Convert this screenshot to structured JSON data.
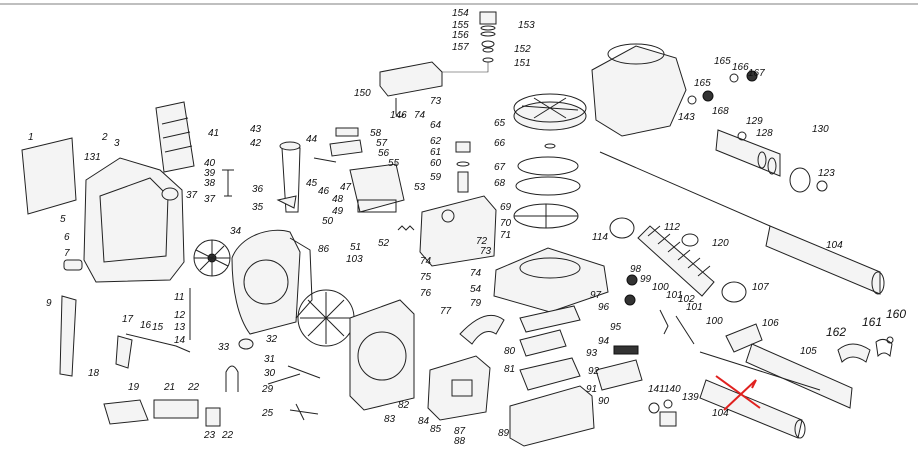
{
  "callouts": [
    {
      "id": "c1",
      "text": "1"
    },
    {
      "id": "c2",
      "text": "2"
    },
    {
      "id": "c3",
      "text": "3"
    },
    {
      "id": "c5",
      "text": "5"
    },
    {
      "id": "c6",
      "text": "6"
    },
    {
      "id": "c7",
      "text": "7"
    },
    {
      "id": "c9",
      "text": "9"
    },
    {
      "id": "c11",
      "text": "11"
    },
    {
      "id": "c12",
      "text": "12"
    },
    {
      "id": "c13",
      "text": "13"
    },
    {
      "id": "c14",
      "text": "14"
    },
    {
      "id": "c15",
      "text": "15"
    },
    {
      "id": "c16",
      "text": "16"
    },
    {
      "id": "c17",
      "text": "17"
    },
    {
      "id": "c18",
      "text": "18"
    },
    {
      "id": "c19",
      "text": "19"
    },
    {
      "id": "c21",
      "text": "21"
    },
    {
      "id": "c22a",
      "text": "22"
    },
    {
      "id": "c22b",
      "text": "22"
    },
    {
      "id": "c23",
      "text": "23"
    },
    {
      "id": "c25",
      "text": "25"
    },
    {
      "id": "c29",
      "text": "29"
    },
    {
      "id": "c30",
      "text": "30"
    },
    {
      "id": "c31",
      "text": "31"
    },
    {
      "id": "c32",
      "text": "32"
    },
    {
      "id": "c33",
      "text": "33"
    },
    {
      "id": "c34",
      "text": "34"
    },
    {
      "id": "c35",
      "text": "35"
    },
    {
      "id": "c36",
      "text": "36"
    },
    {
      "id": "c37a",
      "text": "37"
    },
    {
      "id": "c37b",
      "text": "37"
    },
    {
      "id": "c38",
      "text": "38"
    },
    {
      "id": "c39",
      "text": "39"
    },
    {
      "id": "c40",
      "text": "40"
    },
    {
      "id": "c41",
      "text": "41"
    },
    {
      "id": "c42",
      "text": "42"
    },
    {
      "id": "c43",
      "text": "43"
    },
    {
      "id": "c44",
      "text": "44"
    },
    {
      "id": "c45",
      "text": "45"
    },
    {
      "id": "c46",
      "text": "46"
    },
    {
      "id": "c47",
      "text": "47"
    },
    {
      "id": "c48",
      "text": "48"
    },
    {
      "id": "c49",
      "text": "49"
    },
    {
      "id": "c50",
      "text": "50"
    },
    {
      "id": "c51",
      "text": "51"
    },
    {
      "id": "c52",
      "text": "52"
    },
    {
      "id": "c53",
      "text": "53"
    },
    {
      "id": "c54",
      "text": "54"
    },
    {
      "id": "c55",
      "text": "55"
    },
    {
      "id": "c56",
      "text": "56"
    },
    {
      "id": "c57",
      "text": "57"
    },
    {
      "id": "c58",
      "text": "58"
    },
    {
      "id": "c59",
      "text": "59"
    },
    {
      "id": "c60",
      "text": "60"
    },
    {
      "id": "c61",
      "text": "61"
    },
    {
      "id": "c62",
      "text": "62"
    },
    {
      "id": "c64",
      "text": "64"
    },
    {
      "id": "c65",
      "text": "65"
    },
    {
      "id": "c66",
      "text": "66"
    },
    {
      "id": "c67",
      "text": "67"
    },
    {
      "id": "c68",
      "text": "68"
    },
    {
      "id": "c69",
      "text": "69"
    },
    {
      "id": "c70",
      "text": "70"
    },
    {
      "id": "c71",
      "text": "71"
    },
    {
      "id": "c72",
      "text": "72"
    },
    {
      "id": "c73a",
      "text": "73"
    },
    {
      "id": "c73b",
      "text": "73"
    },
    {
      "id": "c74a",
      "text": "74"
    },
    {
      "id": "c74b",
      "text": "74"
    },
    {
      "id": "c74c",
      "text": "74"
    },
    {
      "id": "c75",
      "text": "75"
    },
    {
      "id": "c76",
      "text": "76"
    },
    {
      "id": "c77",
      "text": "77"
    },
    {
      "id": "c79",
      "text": "79"
    },
    {
      "id": "c80",
      "text": "80"
    },
    {
      "id": "c81",
      "text": "81"
    },
    {
      "id": "c82",
      "text": "82"
    },
    {
      "id": "c83",
      "text": "83"
    },
    {
      "id": "c84",
      "text": "84"
    },
    {
      "id": "c85",
      "text": "85"
    },
    {
      "id": "c86",
      "text": "86"
    },
    {
      "id": "c87",
      "text": "87"
    },
    {
      "id": "c88",
      "text": "88"
    },
    {
      "id": "c89",
      "text": "89"
    },
    {
      "id": "c90",
      "text": "90"
    },
    {
      "id": "c91",
      "text": "91"
    },
    {
      "id": "c92",
      "text": "92"
    },
    {
      "id": "c93",
      "text": "93"
    },
    {
      "id": "c94",
      "text": "94"
    },
    {
      "id": "c95",
      "text": "95"
    },
    {
      "id": "c96",
      "text": "96"
    },
    {
      "id": "c97",
      "text": "97"
    },
    {
      "id": "c98",
      "text": "98"
    },
    {
      "id": "c99",
      "text": "99"
    },
    {
      "id": "c100a",
      "text": "100"
    },
    {
      "id": "c100b",
      "text": "100"
    },
    {
      "id": "c101a",
      "text": "101"
    },
    {
      "id": "c101b",
      "text": "101"
    },
    {
      "id": "c102",
      "text": "102"
    },
    {
      "id": "c103",
      "text": "103"
    },
    {
      "id": "c104a",
      "text": "104"
    },
    {
      "id": "c104b",
      "text": "104"
    },
    {
      "id": "c105",
      "text": "105"
    },
    {
      "id": "c106",
      "text": "106"
    },
    {
      "id": "c107",
      "text": "107"
    },
    {
      "id": "c112",
      "text": "112"
    },
    {
      "id": "c114",
      "text": "114"
    },
    {
      "id": "c120",
      "text": "120"
    },
    {
      "id": "c123",
      "text": "123"
    },
    {
      "id": "c128",
      "text": "128"
    },
    {
      "id": "c129",
      "text": "129"
    },
    {
      "id": "c130",
      "text": "130"
    },
    {
      "id": "c131",
      "text": "131"
    },
    {
      "id": "c139",
      "text": "139"
    },
    {
      "id": "c140",
      "text": "140"
    },
    {
      "id": "c141",
      "text": "141"
    },
    {
      "id": "c143",
      "text": "143"
    },
    {
      "id": "c146",
      "text": "146"
    },
    {
      "id": "c150",
      "text": "150"
    },
    {
      "id": "c151",
      "text": "151"
    },
    {
      "id": "c152",
      "text": "152"
    },
    {
      "id": "c153",
      "text": "153"
    },
    {
      "id": "c154",
      "text": "154"
    },
    {
      "id": "c155",
      "text": "155"
    },
    {
      "id": "c156",
      "text": "156"
    },
    {
      "id": "c157",
      "text": "157"
    },
    {
      "id": "c160",
      "text": "160"
    },
    {
      "id": "c161",
      "text": "161"
    },
    {
      "id": "c162",
      "text": "162"
    },
    {
      "id": "c165a",
      "text": "165"
    },
    {
      "id": "c165b",
      "text": "165"
    },
    {
      "id": "c166",
      "text": "166"
    },
    {
      "id": "c167",
      "text": "167"
    },
    {
      "id": "c168",
      "text": "168"
    }
  ],
  "annotation": {
    "color": "#e0211f"
  }
}
